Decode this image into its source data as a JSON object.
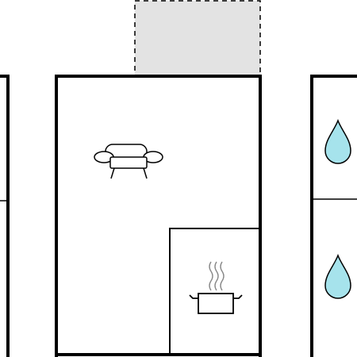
{
  "floorplan": {
    "colors": {
      "wall": "#000000",
      "background": "#ffffff",
      "balcony_fill": "#e3e3e3",
      "balcony_border": "#000000",
      "water_drop_fill": "#a6e3ec",
      "steam": "#888888"
    },
    "rooms": [
      {
        "id": "left-room",
        "kind": "partial-room"
      },
      {
        "id": "main-room",
        "kind": "living-room",
        "icon": "sofa-icon"
      },
      {
        "id": "kitchen",
        "kind": "kitchen",
        "icon": "cooking-pot-icon"
      },
      {
        "id": "balcony",
        "kind": "balcony-outline"
      },
      {
        "id": "bathroom-top",
        "kind": "bathroom",
        "icon": "water-drop-icon"
      },
      {
        "id": "bathroom-bottom",
        "kind": "bathroom",
        "icon": "water-drop-icon"
      }
    ]
  }
}
